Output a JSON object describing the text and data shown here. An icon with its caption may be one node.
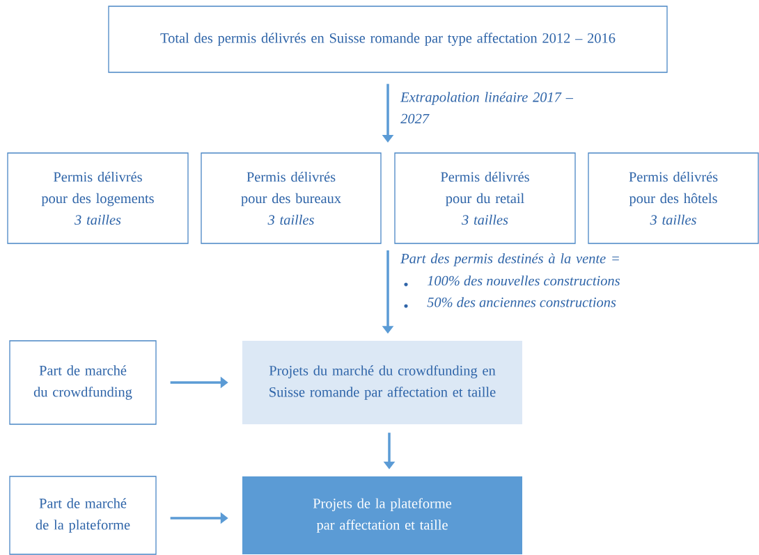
{
  "diagram": {
    "nodes": [
      {
        "text": [
          "Total des permis délivrés en Suisse romande par type affectation 2012 – 2016"
        ]
      },
      {
        "text": [
          "Permis délivrés pour des logements",
          "3 tailles"
        ]
      },
      {
        "text": [
          "Permis délivrés pour des bureaux",
          "3 tailles"
        ]
      },
      {
        "text": [
          "Permis délivrés pour du retail",
          "3 tailles"
        ]
      },
      {
        "text": [
          "Permis délivrés pour des hôtels",
          "3 tailles"
        ]
      },
      {
        "text": [
          "Part de marché du crowdfunding"
        ]
      },
      {
        "text": [
          "Projets du marché du crowdfunding en Suisse romande par affectation et taille"
        ]
      },
      {
        "text": [
          "Part de marché de la plateforme"
        ]
      },
      {
        "text": [
          "Projets de la plateforme par affectation et taille"
        ]
      }
    ],
    "edges": [
      {
        "from": 0,
        "to": null,
        "arrow": "to",
        "label": "Extrapolation linéaire 2017 – 2027"
      },
      {
        "from": null,
        "to": 6,
        "arrow": "to",
        "label": "Part des permis destinés à la vente ="
      },
      {
        "from": 5,
        "to": 6,
        "arrow": "to"
      },
      {
        "from": 6,
        "to": 8,
        "arrow": "to"
      },
      {
        "from": 7,
        "to": 8,
        "arrow": "to"
      }
    ],
    "labels": [
      "100% des nouvelles constructions",
      "50% des anciennes constructions"
    ]
  }
}
